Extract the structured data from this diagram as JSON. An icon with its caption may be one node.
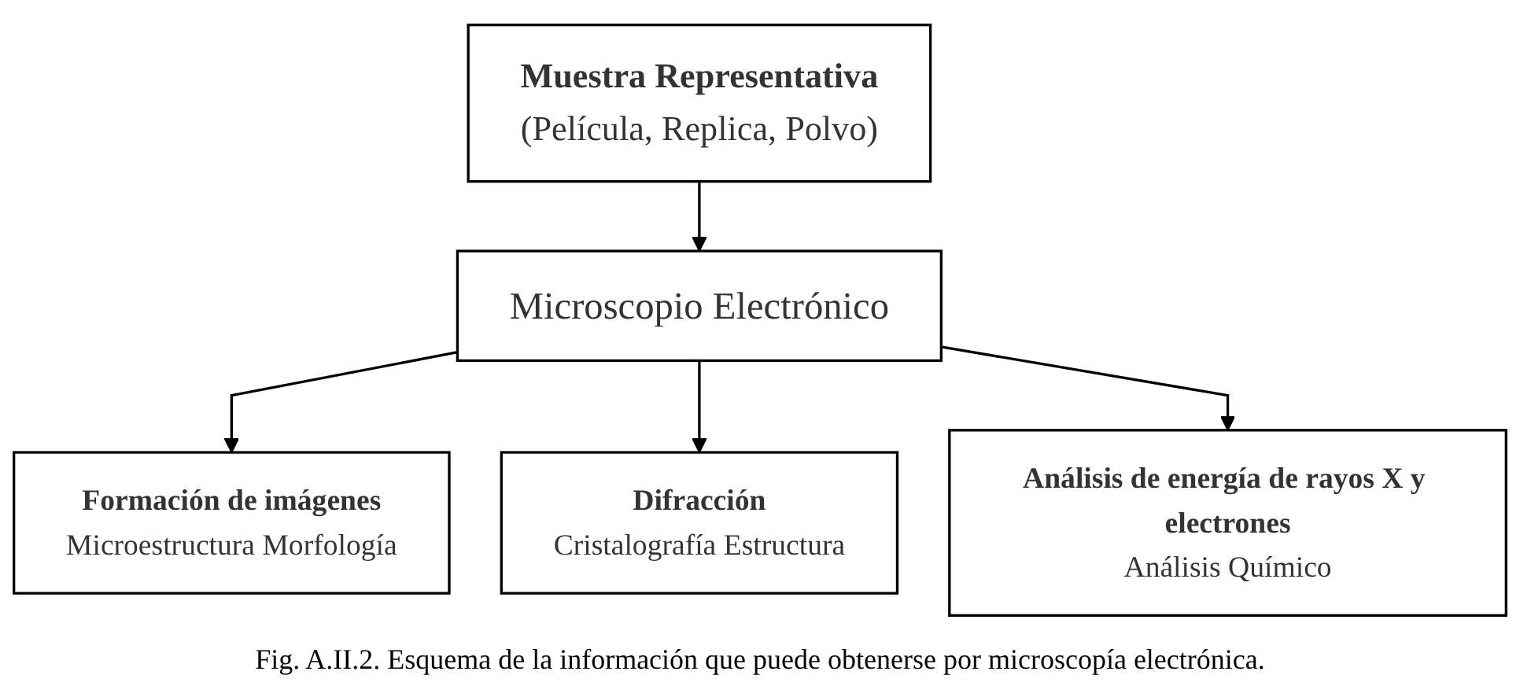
{
  "diagram": {
    "caption": "Fig. A.II.2. Esquema de la información que puede obtenerse por microscopía electrónica.",
    "nodes": [
      {
        "text": [
          "Muestra Representativa",
          "(Película, Replica, Polvo)"
        ]
      },
      {
        "text": [
          "Microscopio Electrónico"
        ]
      },
      {
        "text": [
          "Formación de imágenes",
          "Microestructura Morfología"
        ]
      },
      {
        "text": [
          "Difracción",
          "Cristalografía Estructura"
        ]
      },
      {
        "text": [
          "Análisis de energía de rayos X y electrones",
          "Análisis Químico"
        ]
      }
    ],
    "edges": [
      {
        "from": 0,
        "to": 1,
        "arrow": "to"
      },
      {
        "from": 1,
        "to": 2,
        "arrow": "to"
      },
      {
        "from": 1,
        "to": 3,
        "arrow": "to"
      },
      {
        "from": 1,
        "to": 4,
        "arrow": "to"
      }
    ]
  }
}
